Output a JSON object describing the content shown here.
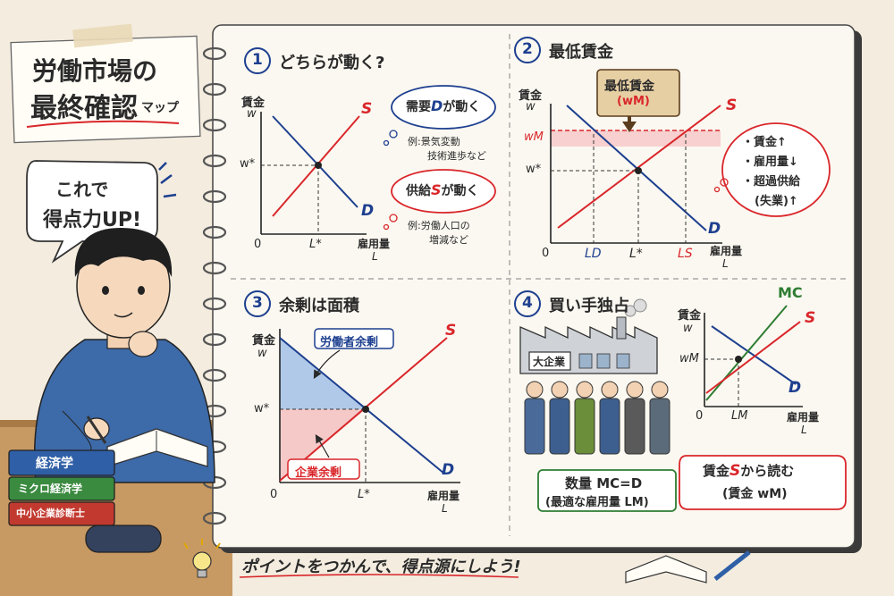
{
  "title_note": {
    "line1": "労働市場の",
    "line2": "最終確認",
    "line2_small": "マップ"
  },
  "speech": {
    "line1": "これで",
    "line2": "得点力UP!"
  },
  "books": [
    "経済学",
    "ミクロ経済学",
    "中小企業診断士"
  ],
  "footer": {
    "tip": "ポイントをつかんで、得点源にしよう!"
  },
  "panel1": {
    "num": "1",
    "title": "どちらが動く?",
    "y_axis": "賃金",
    "y_sym": "w",
    "x_axis": "雇用量",
    "x_sym": "L",
    "origin": "0",
    "w_star": "w*",
    "l_star": "L*",
    "s_label": "S",
    "d_label": "D",
    "cloud1": {
      "pre": "需要",
      "mid": "D",
      "post": "が動く",
      "ex1": "例:景気変動",
      "ex2": "技術進歩など"
    },
    "cloud2": {
      "pre": "供給",
      "mid": "S",
      "post": "が動く",
      "ex1": "例:労働人口の",
      "ex2": "増減など"
    }
  },
  "panel2": {
    "num": "2",
    "title": "最低賃金",
    "y_axis": "賃金",
    "y_sym": "w",
    "x_axis": "雇用量",
    "x_sym": "L",
    "origin": "0",
    "w_star": "w*",
    "w_m": "wM",
    "l_d": "LD",
    "l_star": "L*",
    "l_s": "LS",
    "s_label": "S",
    "d_label": "D",
    "sign_line1": "最低賃金",
    "sign_line2": "(wM)",
    "notes": [
      "・賃金↑",
      "・雇用量↓",
      "・超過供給",
      "(失業)↑"
    ]
  },
  "panel3": {
    "num": "3",
    "title": "余剰は面積",
    "y_axis": "賃金",
    "y_sym": "w",
    "x_axis": "雇用量",
    "x_sym": "L",
    "origin": "0",
    "w_star": "w*",
    "l_star": "L*",
    "s_label": "S",
    "d_label": "D",
    "worker_surplus": "労働者余剰",
    "firm_surplus": "企業余剰"
  },
  "panel4": {
    "num": "4",
    "title": "買い手独占",
    "factory_sign": "大企業",
    "y_axis": "賃金",
    "y_sym": "w",
    "x_axis": "雇用量",
    "x_sym": "L",
    "w_m": "wM",
    "l_m": "LM",
    "mc_label": "MC",
    "s_label": "S",
    "d_label": "D",
    "box1_line1": "数量 MC=D",
    "box1_line2": "(最適な雇用量 LM)",
    "box2_line1_pre": "賃金",
    "box2_line1_mid": "S",
    "box2_line1_post": "から読む",
    "box2_line2": "(賃金 wM)"
  },
  "colors": {
    "supply": "#d9262a",
    "demand": "#1d3f8f",
    "mc": "#2e7d32",
    "paper": "#fbf8f1"
  }
}
